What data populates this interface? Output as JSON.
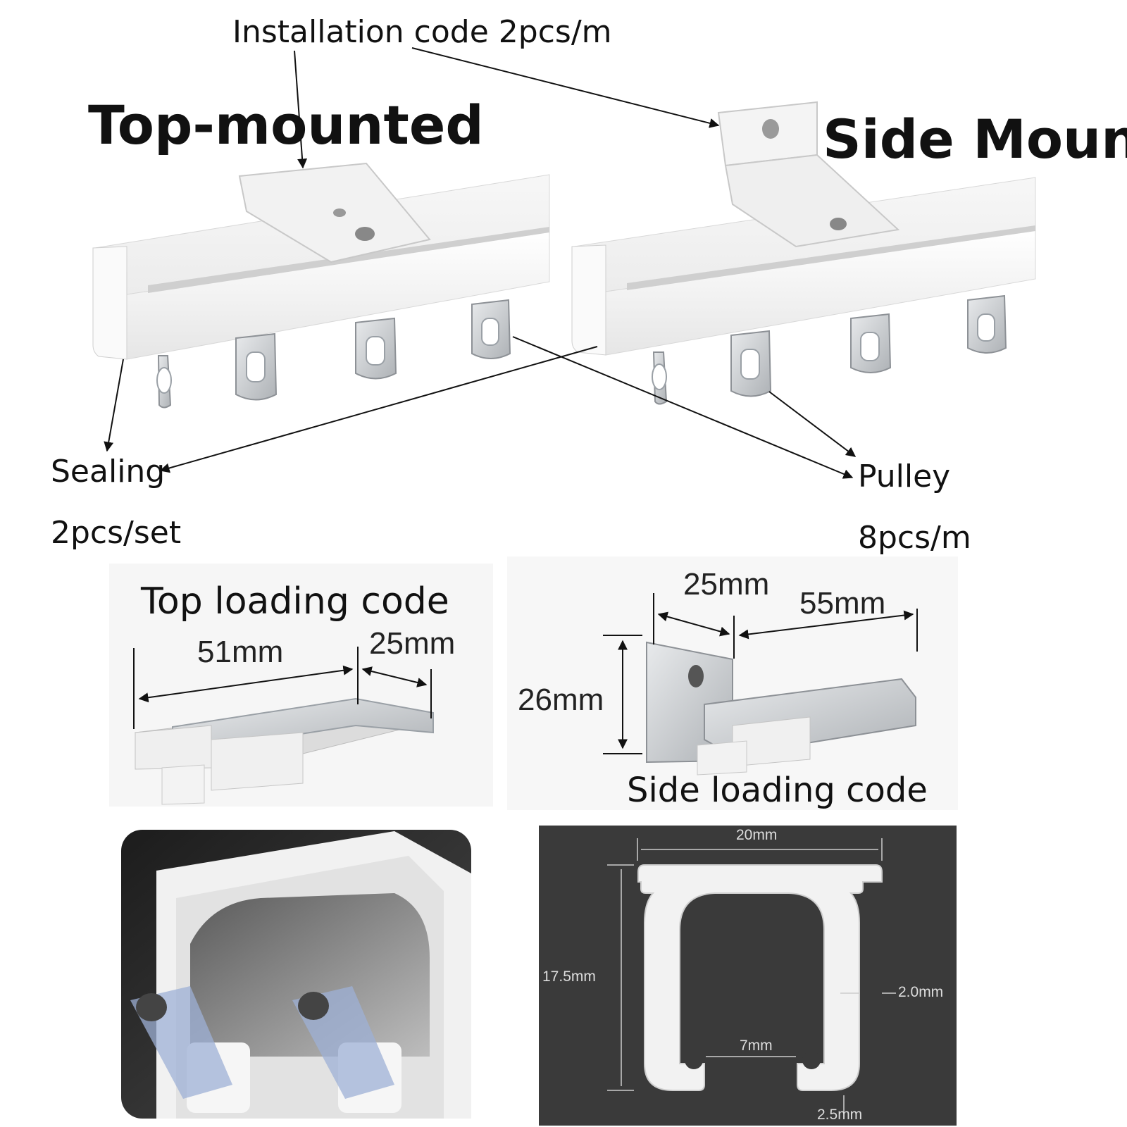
{
  "labels": {
    "installation_code": "Installation code  2pcs/m",
    "top_mounted": "Top-mounted",
    "side_mount": "Side Mount",
    "sealing": "Sealing",
    "sealing_qty": "2pcs/set",
    "pulley": "Pulley",
    "pulley_qty": "8pcs/m",
    "top_loading_code": "Top loading code",
    "side_loading_code": "Side loading code"
  },
  "dimensions": {
    "top_code_length": "51mm",
    "top_code_end": "25mm",
    "side_code_width": "25mm",
    "side_code_length": "55mm",
    "side_code_height": "26mm",
    "profile_width": "20mm",
    "profile_height": "17.5mm",
    "profile_wall": "2.0mm",
    "profile_gap": "7mm",
    "profile_lip": "2.5mm"
  },
  "colors": {
    "rail": "#f4f4f4",
    "metal": "#c9ccd0",
    "dark_panel": "#3a3a3a",
    "text": "#111111"
  }
}
